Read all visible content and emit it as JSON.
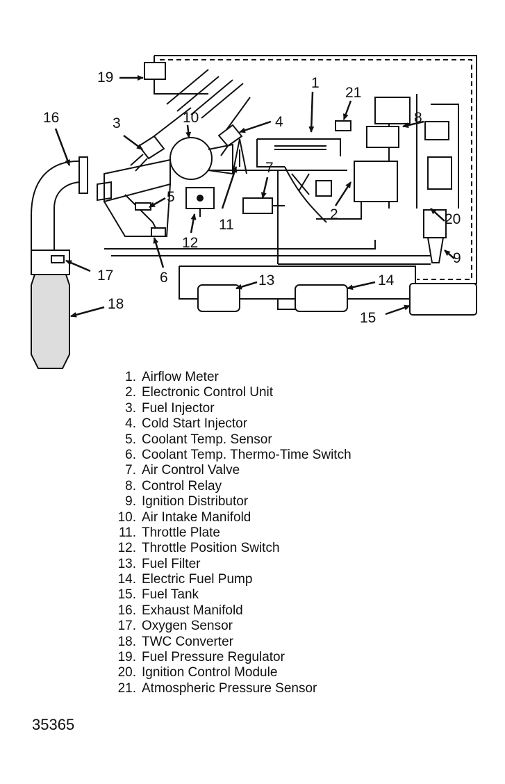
{
  "diagram": {
    "callouts": [
      "1",
      "2",
      "3",
      "4",
      "5",
      "6",
      "7",
      "8",
      "9",
      "10",
      "11",
      "12",
      "13",
      "14",
      "15",
      "16",
      "17",
      "18",
      "19",
      "20",
      "21"
    ]
  },
  "legend": [
    {
      "num": "1.",
      "text": "Airflow Meter"
    },
    {
      "num": "2.",
      "text": "Electronic Control Unit"
    },
    {
      "num": "3.",
      "text": "Fuel Injector"
    },
    {
      "num": "4.",
      "text": "Cold Start Injector"
    },
    {
      "num": "5.",
      "text": "Coolant Temp. Sensor"
    },
    {
      "num": "6.",
      "text": "Coolant Temp. Thermo-Time Switch"
    },
    {
      "num": "7.",
      "text": "Air Control Valve"
    },
    {
      "num": "8.",
      "text": "Control Relay"
    },
    {
      "num": "9.",
      "text": "Ignition Distributor"
    },
    {
      "num": "10.",
      "text": "Air Intake Manifold"
    },
    {
      "num": "11.",
      "text": "Throttle Plate"
    },
    {
      "num": "12.",
      "text": "Throttle Position Switch"
    },
    {
      "num": "13.",
      "text": "Fuel Filter"
    },
    {
      "num": "14.",
      "text": "Electric Fuel Pump"
    },
    {
      "num": "15.",
      "text": "Fuel Tank"
    },
    {
      "num": "16.",
      "text": "Exhaust Manifold"
    },
    {
      "num": "17.",
      "text": "Oxygen Sensor"
    },
    {
      "num": "18.",
      "text": "TWC Converter"
    },
    {
      "num": "19.",
      "text": "Fuel Pressure Regulator"
    },
    {
      "num": "20.",
      "text": "Ignition Control Module"
    },
    {
      "num": "21.",
      "text": "Atmospheric Pressure Sensor"
    }
  ],
  "figure_code": "35365"
}
